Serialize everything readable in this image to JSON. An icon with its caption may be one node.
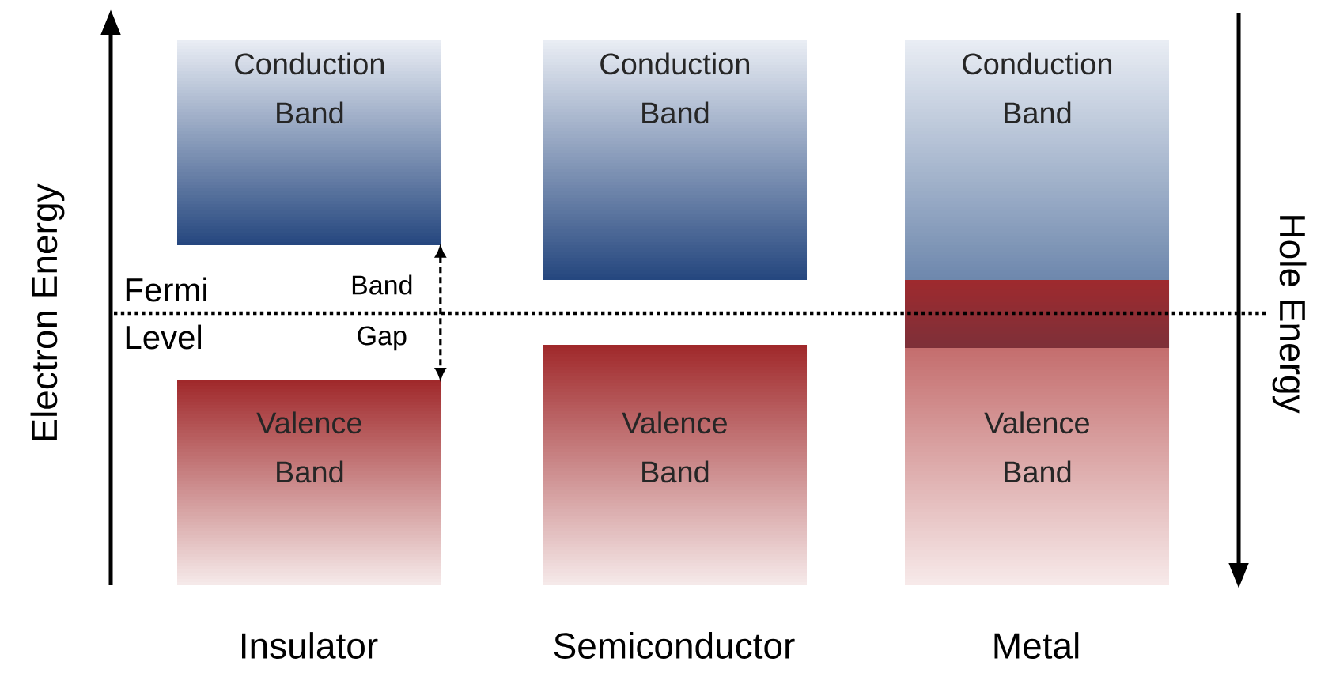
{
  "diagram": {
    "nodes": [
      {
        "text": [
          "Conduction Band"
        ]
      },
      {
        "text": [
          "Conduction Band"
        ]
      },
      {
        "text": [
          "Conduction Band"
        ]
      },
      {
        "text": [
          "Valence Band"
        ]
      },
      {
        "text": [
          "Valence Band"
        ]
      },
      {
        "text": [
          "Valence Band"
        ]
      }
    ],
    "edges": [
      {
        "from": 0,
        "to": 3,
        "arrow": "both",
        "style": "dashed",
        "label": "Band Gap"
      }
    ],
    "labels": [
      "Electron Energy",
      "Hole Energy",
      "Fermi Level",
      "Insulator",
      "Semiconductor",
      "Metal"
    ]
  }
}
